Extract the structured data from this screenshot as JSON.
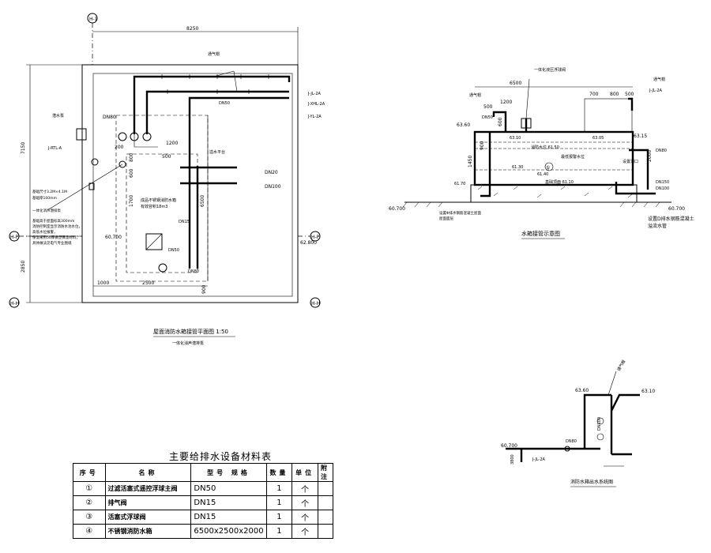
{
  "plan": {
    "title": "屋面消防水箱接管平面图 1:50",
    "subtitle": "一体化消声潜排泵",
    "axis_top": "H-1",
    "axis_left": "H-P",
    "axis_right": "H-P",
    "axis_bottom_left": "H-H",
    "axis_bottom_right": "H-H",
    "dim_width": "8250",
    "dim_height_upper": "7150",
    "dim_height_lower": "2850",
    "dim_2500": "2500",
    "dim_1000": "1000",
    "dim_6500": "6500",
    "dim_900": "900",
    "dim_1700": "1700",
    "dim_800": "800",
    "dim_600": "600",
    "dim_500": "500",
    "dim_200": "200",
    "dim_1200": "1200",
    "level_left": "60.700",
    "level_right": "62.800",
    "label_ventcap": "通气帽",
    "label_overflow": "溢水平台",
    "label_jl": "J-JL-2A",
    "label_xhl": "J-XHL-2A",
    "label_rtl": "J-RTL-A",
    "label_yl": "J-YL-2A",
    "label_dn50": "DN50",
    "label_dn80": "DN80",
    "label_dn15": "DN15",
    "label_dn20": "DN20",
    "label_dn100": "DN100",
    "label_dn80b": "DN80",
    "note_tank": "成品不锈钢消防水箱",
    "note_capacity": "有效容积18m3",
    "note_l1": "基础尺寸3.2M×4.1M",
    "note_l2": "基础厚100mm",
    "note_l3": "一体化消声潜排泵",
    "note_l4": "基础高于屋面标高300mm",
    "note_l5": "消防控制室显示消防水池水位，",
    "note_l6": "高低水位报警，",
    "note_l7": "保温采用50厚橡塑保温材料，",
    "note_l8": "具体做法见电气专业图纸",
    "label_pump": "潜水泵"
  },
  "section": {
    "title": "水箱接管示意图",
    "dim_6500": "6500",
    "dim_700": "700",
    "dim_800": "800",
    "dim_500": "500",
    "dim_1200": "1200",
    "dim_600": "600",
    "dim_2000": "2000",
    "dim_1450": "1450",
    "dim_900": "900",
    "dim_500b": "500",
    "lvl_6360": "63.60",
    "lvl_6310": "63.10",
    "lvl_6305": "63.05",
    "lvl_6315": "63.15",
    "lvl_6130": "61.30",
    "lvl_6140": "61.40",
    "lvl_6170": "61.70",
    "lvl_60700_l": "60.700",
    "lvl_60700_r": "60.700",
    "lbl_dn50": "DN50",
    "lbl_dn80": "DN80",
    "lbl_dn100": "DN100",
    "lbl_dn150": "DN150",
    "lbl_ventcap": "通气帽",
    "lbl_ventcap2": "通气帽",
    "lbl_jl": "J-JL-2A",
    "lbl_float": "一体化液压浮球阀",
    "note_r1": "设置D排水钢筋混凝土",
    "note_r2": "溢流水管",
    "note_r3": "设置洞口",
    "callout": "①",
    "note_bottom1": "设置Φ排水钢筋混凝土屋面",
    "note_bottom2": "屋面面层",
    "note_water": "消防水位 61.50",
    "note_alarm": "最低报警水位",
    "note_base": "基础顶面 61.10"
  },
  "system": {
    "title": "消防水箱出水系统图",
    "lvl_6360": "63.60",
    "lvl_6310": "63.10",
    "lvl_60700": "60.700",
    "lbl_dn100": "DN100",
    "lbl_dn80": "DN80",
    "lbl_jl": "J-JL-2A",
    "lbl_ventcap": "通气帽",
    "dim_3800": "3800"
  },
  "table": {
    "title": "主要给排水设备材料表",
    "headers": [
      "序号",
      "名称",
      "型号 规格",
      "数量",
      "单位",
      "附注"
    ],
    "rows": [
      [
        "①",
        "过滤活塞式遥控浮球主阀",
        "DN50",
        "1",
        "个",
        ""
      ],
      [
        "②",
        "排气阀",
        "DN15",
        "1",
        "个",
        ""
      ],
      [
        "③",
        "活塞式浮球阀",
        "DN15",
        "1",
        "个",
        ""
      ],
      [
        "④",
        "不锈钢消防水箱",
        "6500x2500x2000",
        "1",
        "个",
        ""
      ]
    ]
  }
}
